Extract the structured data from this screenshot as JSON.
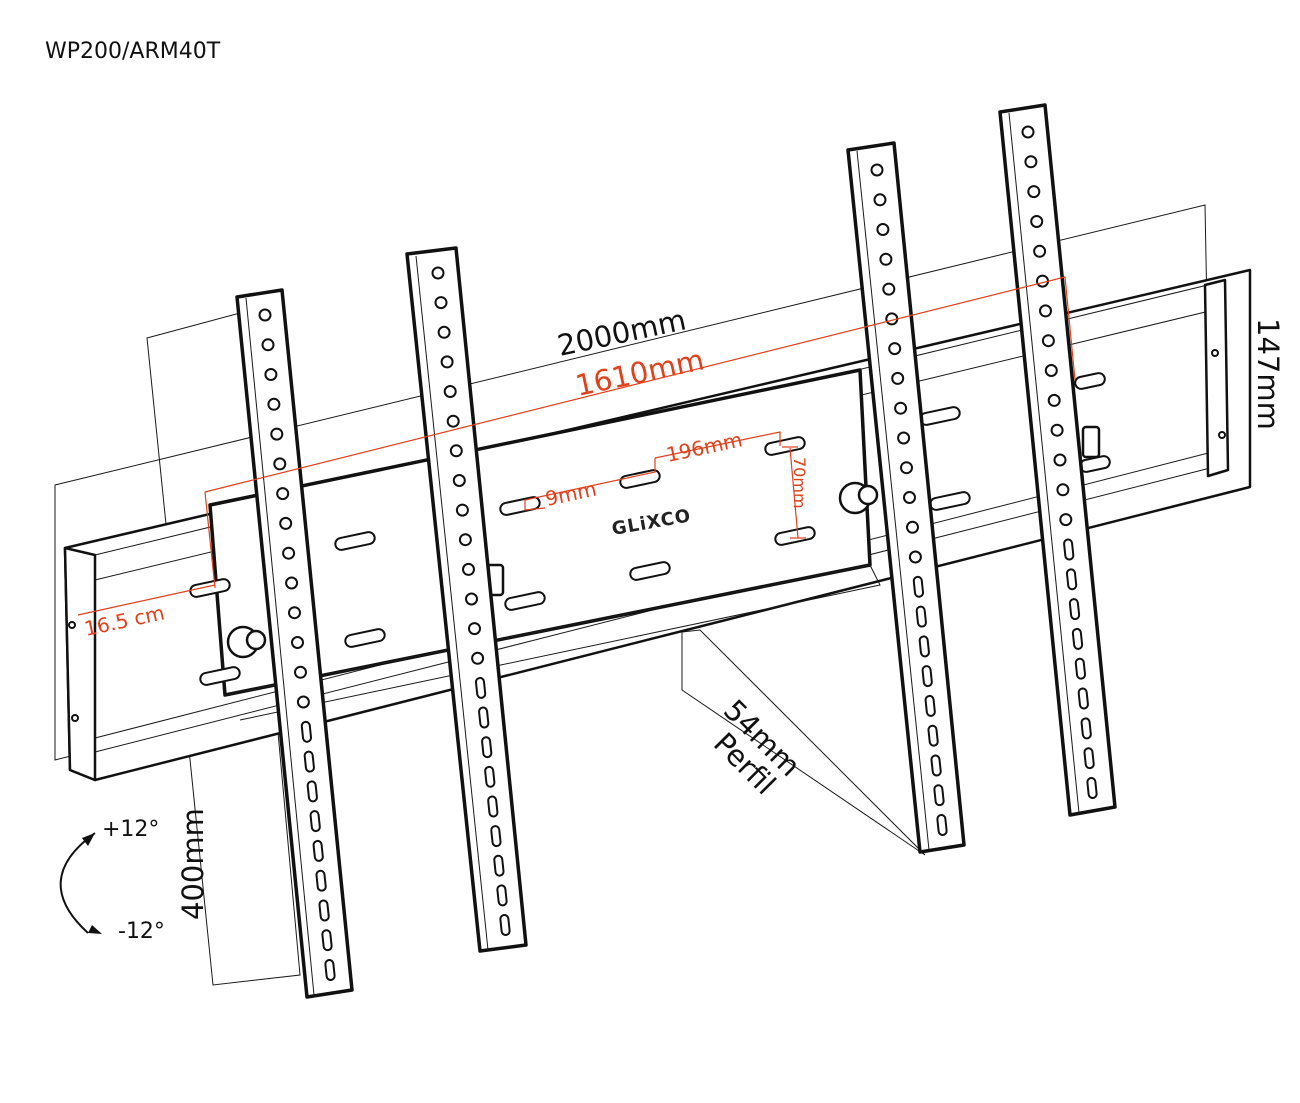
{
  "model_code": "WP200/ARM40T",
  "brand_logo": "GLiXCO",
  "dimensions": {
    "max_width": "2000mm",
    "max_vesa_horizontal": "1610mm",
    "bracket_height": "147mm",
    "arm_length": "400mm",
    "vesa_slot_horizontal": "196mm",
    "vesa_slot_vertical": "70mm",
    "hole_diameter": "9mm",
    "slot_offset": "16.5 cm",
    "profile_depth": "54mm",
    "profile_label": "Perfil"
  },
  "tilt": {
    "up": "+12°",
    "down": "-12°"
  },
  "colors": {
    "accent": "#e0411c",
    "line": "#111111",
    "background": "#ffffff"
  }
}
